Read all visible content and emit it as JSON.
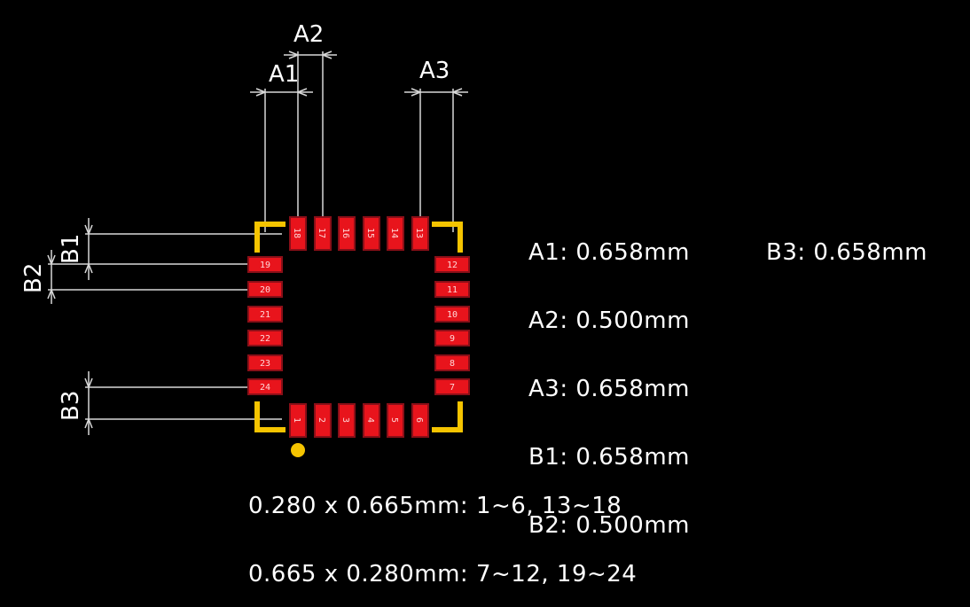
{
  "dimension_labels": {
    "a1": "A1",
    "a2": "A2",
    "a3": "A3",
    "b1": "B1",
    "b2": "B2",
    "b3": "B3"
  },
  "pins": {
    "bottom": [
      "1",
      "2",
      "3",
      "4",
      "5",
      "6"
    ],
    "right": [
      "7",
      "8",
      "9",
      "10",
      "11",
      "12"
    ],
    "top": [
      "13",
      "14",
      "15",
      "16",
      "17",
      "18"
    ],
    "left": [
      "19",
      "20",
      "21",
      "22",
      "23",
      "24"
    ]
  },
  "specs": {
    "a1": "A1: 0.658mm",
    "a2": "A2: 0.500mm",
    "a3": "A3: 0.658mm",
    "b1": "B1: 0.658mm",
    "b2": "B2: 0.500mm",
    "b3": "B3: 0.658mm"
  },
  "pad_notes": {
    "vertical": "0.280 x 0.665mm: 1~6, 13~18",
    "horizontal": "0.665 x 0.280mm: 7~12, 19~24"
  },
  "colors": {
    "background": "#000000",
    "pad": "#e8141c",
    "outline_marker": "#f5c400",
    "dimension_line": "#d8d8d8"
  }
}
